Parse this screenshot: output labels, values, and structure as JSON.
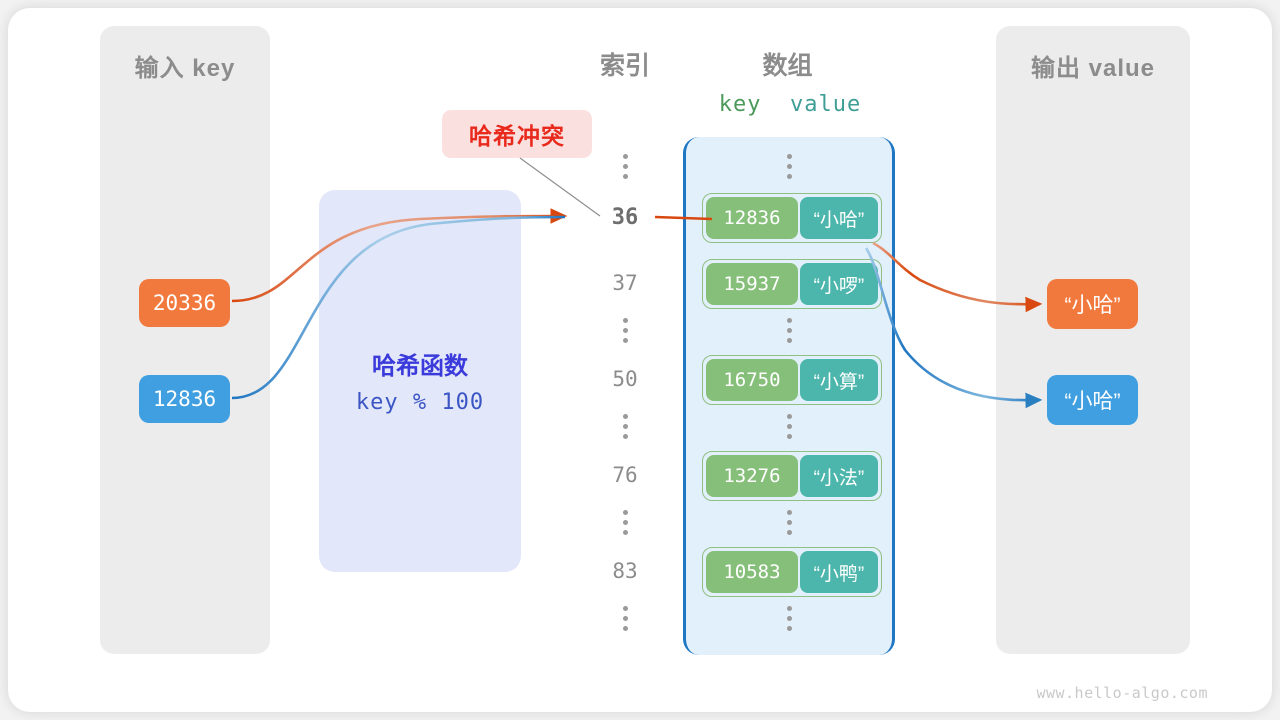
{
  "panels": {
    "input": {
      "title": "输入 key"
    },
    "output": {
      "title": "输出 value"
    }
  },
  "headers": {
    "index": "索引",
    "array": "数组",
    "key": "key",
    "value": "value"
  },
  "hash_function": {
    "title": "哈希函数",
    "formula": "key % 100"
  },
  "collision": {
    "label": "哈希冲突"
  },
  "inputs": [
    {
      "key": "20336",
      "color": "#f2793d"
    },
    {
      "key": "12836",
      "color": "#3f9fe0"
    }
  ],
  "outputs": [
    {
      "value": "“小哈”",
      "color": "#f2793d"
    },
    {
      "value": "“小哈”",
      "color": "#3f9fe0"
    }
  ],
  "array": {
    "indices": [
      "36",
      "37",
      "50",
      "76",
      "83"
    ],
    "highlight_index": "36",
    "entries": [
      {
        "index": "36",
        "key": "12836",
        "value": "“小哈”"
      },
      {
        "index": "37",
        "key": "15937",
        "value": "“小啰”"
      },
      {
        "index": "50",
        "key": "16750",
        "value": "“小算”"
      },
      {
        "index": "76",
        "key": "13276",
        "value": "“小法”"
      },
      {
        "index": "83",
        "key": "10583",
        "value": "“小鸭”"
      }
    ]
  },
  "colors": {
    "key_cell": "#86bf79",
    "value_cell": "#4db6ac",
    "array_fill": "#e2f0fb",
    "array_border": "#1f76c2",
    "hash_box": "#e3e7fa",
    "hash_text": "#3b3bdb",
    "collision_bg": "#fbe0e0",
    "collision_text": "#e8291c",
    "panel": "#ececec",
    "orange": "#f2793d",
    "blue": "#3f9fe0"
  },
  "watermark": "www.hello-algo.com"
}
